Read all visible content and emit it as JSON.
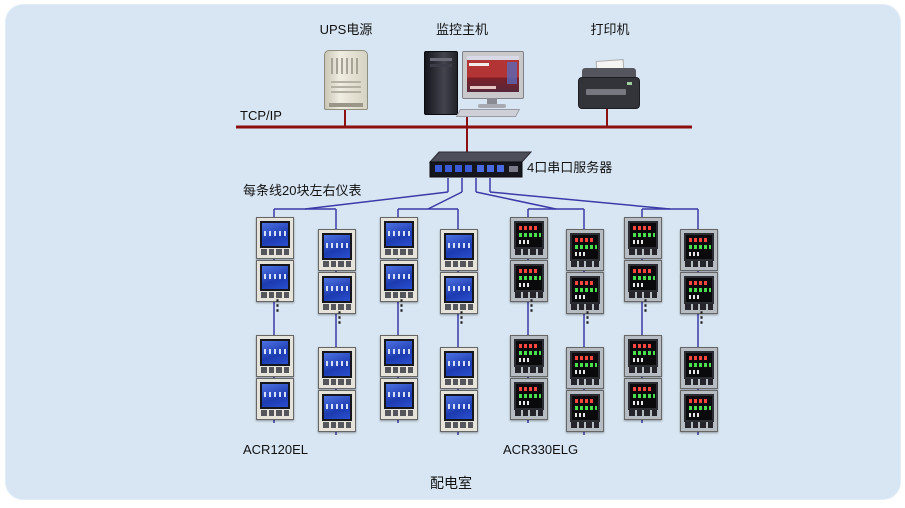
{
  "colors": {
    "panel_bg": "#d8e6f3",
    "bus": "#8c1010",
    "wire": "#3a3aa8",
    "text": "#111111"
  },
  "labels": {
    "ups": "UPS电源",
    "host": "监控主机",
    "printer": "打印机",
    "tcpip": "TCP/IP",
    "serial_server": "4口串口服务器",
    "per_line_note": "每条线20块左右仪表",
    "left_meter_model": "ACR120EL",
    "right_meter_model": "ACR330ELG",
    "room": "配电室",
    "column_dots": "⋮"
  },
  "icons": {
    "ups-icon": "css-shape",
    "host-tower-icon": "css-shape",
    "host-monitor-icon": "css-shape",
    "printer-icon": "css-shape",
    "serial-server-icon": "svg-shape",
    "meter-acr120el-icon": "css-shape",
    "meter-acr330elg-icon": "css-shape",
    "ellipsis-dots": "⋮"
  }
}
